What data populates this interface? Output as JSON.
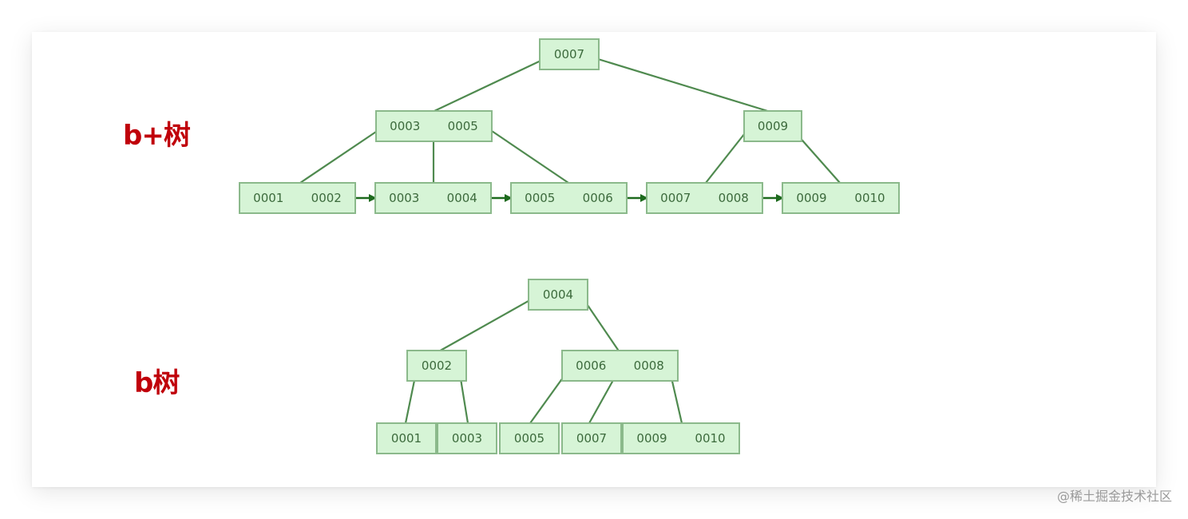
{
  "labels": {
    "bplus_tree": "b+树",
    "b_tree": "b树"
  },
  "bplus_tree": {
    "root": [
      "0007"
    ],
    "internal": [
      [
        "0003",
        "0005"
      ],
      [
        "0009"
      ]
    ],
    "leaves": [
      [
        "0001",
        "0002"
      ],
      [
        "0003",
        "0004"
      ],
      [
        "0005",
        "0006"
      ],
      [
        "0007",
        "0008"
      ],
      [
        "0009",
        "0010"
      ]
    ]
  },
  "b_tree": {
    "root": [
      "0004"
    ],
    "internal": [
      [
        "0002"
      ],
      [
        "0006",
        "0008"
      ]
    ],
    "leaves": [
      [
        "0001"
      ],
      [
        "0003"
      ],
      [
        "0005"
      ],
      [
        "0007"
      ],
      [
        "0009",
        "0010"
      ]
    ]
  },
  "watermark": "@稀土掘金技术社区",
  "colors": {
    "label": "#c0000a",
    "node_fill": "#d6f4d6",
    "node_border": "#8bb98b",
    "edge": "#4f8a4f"
  }
}
